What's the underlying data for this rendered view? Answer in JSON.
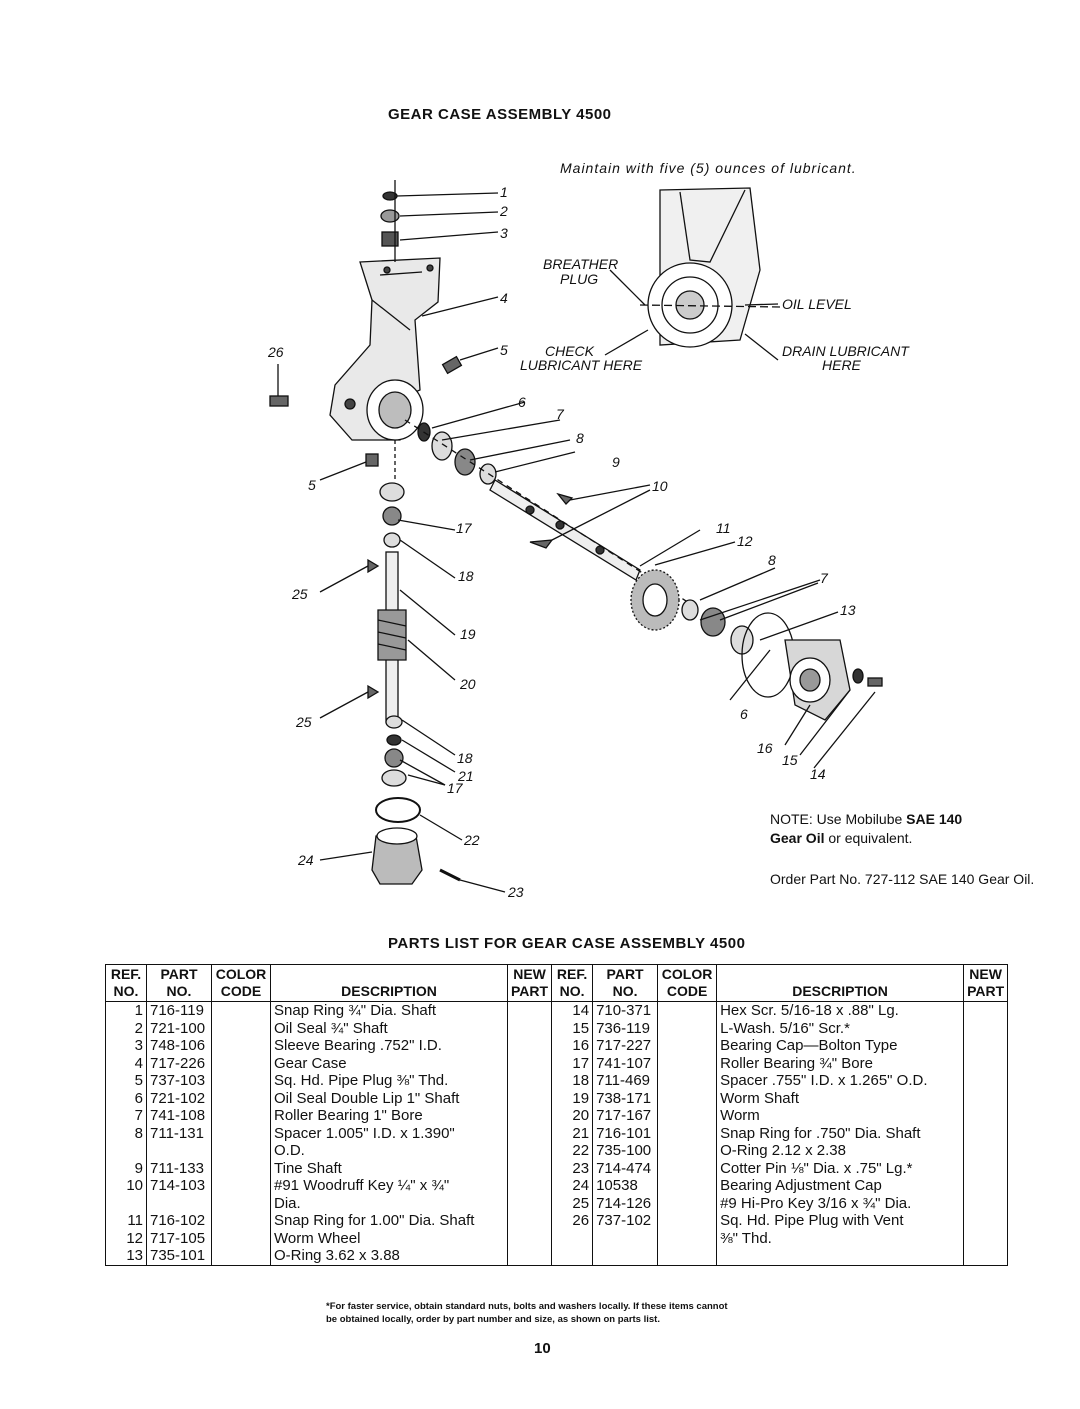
{
  "title": "GEAR CASE ASSEMBLY 4500",
  "maintain_note": "Maintain with five (5) ounces of lubricant.",
  "diagram": {
    "callouts": {
      "breather": "BREATHER",
      "plug": "PLUG",
      "oil_level": "OIL LEVEL",
      "check": "CHECK",
      "lubricant_here": "LUBRICANT HERE",
      "drain": "DRAIN LUBRICANT",
      "here": "HERE"
    },
    "part_numbers": [
      "1",
      "2",
      "3",
      "4",
      "5",
      "26",
      "5",
      "6",
      "7",
      "8",
      "9",
      "10",
      "17",
      "25",
      "18",
      "19",
      "20",
      "11",
      "12",
      "8",
      "7",
      "13",
      "6",
      "25",
      "18",
      "21",
      "17",
      "16",
      "15",
      "14",
      "22",
      "24",
      "23"
    ]
  },
  "note_1": {
    "prefix": "NOTE: Use Mobilube ",
    "sae": "SAE 140",
    "gear_oil": "Gear Oil",
    "suffix": " or equivalent."
  },
  "note_2": "Order Part No. 727-112 SAE 140 Gear Oil.",
  "parts_title": "PARTS LIST FOR GEAR CASE ASSEMBLY 4500",
  "table_headers": {
    "ref_1": "REF.",
    "ref_2": "NO.",
    "part_1": "PART",
    "part_2": "NO.",
    "color_1": "COLOR",
    "color_2": "CODE",
    "desc": "DESCRIPTION",
    "new_1": "NEW",
    "new_2": "PART"
  },
  "parts_left": [
    {
      "ref": "1",
      "part": "716-119",
      "desc": "Snap Ring ¾\" Dia. Shaft"
    },
    {
      "ref": "2",
      "part": "721-100",
      "desc": "Oil Seal ¾\" Shaft"
    },
    {
      "ref": "3",
      "part": "748-106",
      "desc": "Sleeve Bearing .752\" I.D."
    },
    {
      "ref": "4",
      "part": "717-226",
      "desc": "Gear Case"
    },
    {
      "ref": "5",
      "part": "737-103",
      "desc": "Sq. Hd. Pipe Plug ⅜\" Thd."
    },
    {
      "ref": "6",
      "part": "721-102",
      "desc": "Oil Seal Double Lip 1\" Shaft"
    },
    {
      "ref": "7",
      "part": "741-108",
      "desc": "Roller Bearing 1\" Bore"
    },
    {
      "ref": "8",
      "part": "711-131",
      "desc": "Spacer 1.005\" I.D. x 1.390\""
    },
    {
      "ref": "",
      "part": "",
      "desc": "O.D."
    },
    {
      "ref": "9",
      "part": "711-133",
      "desc": "Tine Shaft"
    },
    {
      "ref": "10",
      "part": "714-103",
      "desc": "#91 Woodruff Key ¼\" x ¾\""
    },
    {
      "ref": "",
      "part": "",
      "desc": "Dia."
    },
    {
      "ref": "11",
      "part": "716-102",
      "desc": "Snap Ring for 1.00\" Dia. Shaft"
    },
    {
      "ref": "12",
      "part": "717-105",
      "desc": "Worm Wheel"
    },
    {
      "ref": "13",
      "part": "735-101",
      "desc": "O-Ring 3.62 x 3.88"
    }
  ],
  "parts_right": [
    {
      "ref": "14",
      "part": "710-371",
      "desc": "Hex Scr. 5/16-18 x .88\" Lg."
    },
    {
      "ref": "15",
      "part": "736-119",
      "desc": "L-Wash. 5/16\" Scr.*"
    },
    {
      "ref": "16",
      "part": "717-227",
      "desc": "Bearing Cap—Bolton Type"
    },
    {
      "ref": "17",
      "part": "741-107",
      "desc": "Roller Bearing ¾\" Bore"
    },
    {
      "ref": "18",
      "part": "711-469",
      "desc": "Spacer .755\" I.D. x 1.265\" O.D."
    },
    {
      "ref": "19",
      "part": "738-171",
      "desc": "Worm Shaft"
    },
    {
      "ref": "20",
      "part": "717-167",
      "desc": "Worm"
    },
    {
      "ref": "21",
      "part": "716-101",
      "desc": "Snap Ring for .750\" Dia. Shaft"
    },
    {
      "ref": "22",
      "part": "735-100",
      "desc": "O-Ring 2.12 x 2.38"
    },
    {
      "ref": "23",
      "part": "714-474",
      "desc": "Cotter Pin ⅛\" Dia. x .75\" Lg.*"
    },
    {
      "ref": "24",
      "part": "10538",
      "desc": "Bearing Adjustment Cap"
    },
    {
      "ref": "25",
      "part": "714-126",
      "desc": "#9 Hi-Pro Key 3/16 x ¾\" Dia."
    },
    {
      "ref": "26",
      "part": "737-102",
      "desc": "Sq. Hd. Pipe Plug with Vent"
    },
    {
      "ref": "",
      "part": "",
      "desc": "⅜\" Thd."
    },
    {
      "ref": "",
      "part": "",
      "desc": ""
    }
  ],
  "footnote_1": "*For faster service, obtain standard nuts, bolts and washers locally. If these items cannot",
  "footnote_2": "be obtained locally, order by part number and size, as shown on parts list.",
  "page_number": "10"
}
